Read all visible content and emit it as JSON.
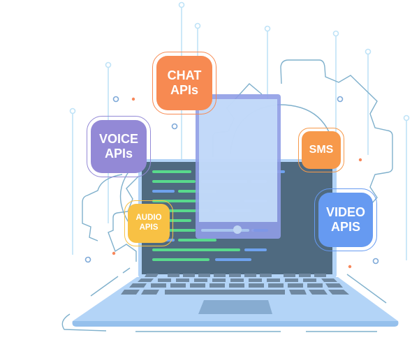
{
  "illustration": {
    "subject": "Communication APIs laptop illustration",
    "badges": {
      "chat": {
        "line1": "CHAT",
        "line2": "APIs",
        "color": "#f78a52"
      },
      "voice": {
        "line1": "VOICE",
        "line2": "APIs",
        "color": "#9389d6"
      },
      "sms": {
        "line1": "SMS",
        "color": "#f7994a"
      },
      "audio": {
        "line1": "AUDIO",
        "line2": "APIS",
        "color": "#f8c144"
      },
      "video": {
        "line1": "VIDEO",
        "line2": "APIS",
        "color": "#669af1"
      }
    },
    "colors": {
      "laptop_body": "#b3d4f7",
      "laptop_screen": "#4f6a80",
      "keys": "#6f88a0",
      "trackpad": "#87acd1",
      "code_green": "#59d98c",
      "code_blue": "#6fa2ee",
      "phone_frame": "#98a5e6",
      "phone_screen": "#c9e2fb",
      "gear_outline": "#7fb0cc",
      "circuit_lines": "#bfe3f7",
      "accent_dot": "#f7875a"
    }
  }
}
